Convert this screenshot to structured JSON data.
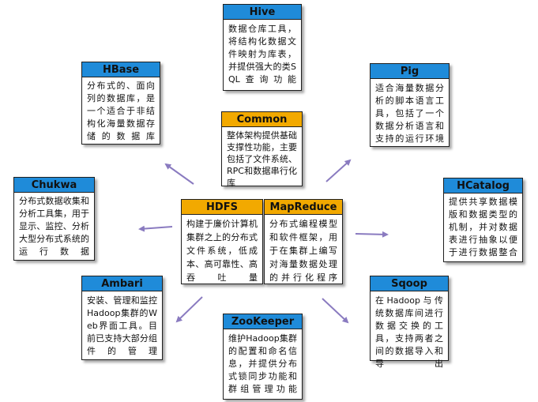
{
  "colors": {
    "title_blue": "#1f8bd9",
    "title_orange": "#f2a900",
    "arrow": "#8a7bc0"
  },
  "components": {
    "hive": {
      "title": "Hive",
      "description": "数据仓库工具，将结构化数据文件映射为库表，并提供强大的类SQL查询功能"
    },
    "hbase": {
      "title": "HBase",
      "description": "分布式的、面向列的数据库，是一个适合于非结构化海量数据存储的数据库"
    },
    "pig": {
      "title": "Pig",
      "description": "适合海量数据分析的脚本语言工具，包括了一个数据分析语言和支持的运行环境"
    },
    "common": {
      "title": "Common",
      "description": "整体架构提供基础支撑性功能，主要包括了文件系统、RPC和数据串行化库"
    },
    "chukwa": {
      "title": "Chukwa",
      "description": "分布式数据收集和分析工具集，用于显示、监控、分析大型分布式系统的运行数据"
    },
    "hcatalog": {
      "title": "HCatalog",
      "description": "提供共享数据模版和数据类型的机制，并对数据表进行抽象以便于进行数据整合"
    },
    "hdfs": {
      "title": "HDFS",
      "description": "构建于廉价计算机集群之上的分布式文件系统，低成本、高可靠性、高吞吐量"
    },
    "mapreduce": {
      "title": "MapReduce",
      "description": "分布式编程模型和软件框架，用于在集群上编写对海量数据处理的并行化程序"
    },
    "ambari": {
      "title": "Ambari",
      "description": "安装、管理和监控Hadoop集群的Web界面工具。目前已支持大部分组件的管理"
    },
    "sqoop": {
      "title": "Sqoop",
      "description": "在Hadoop与传统数据库间进行数据交换的工具，支持两者之间的数据导入和导出"
    },
    "zookeeper": {
      "title": "ZooKeeper",
      "description": "维护Hadoop集群的配置和命名信息，并提供分布式锁同步功能和群组管理功能"
    }
  }
}
